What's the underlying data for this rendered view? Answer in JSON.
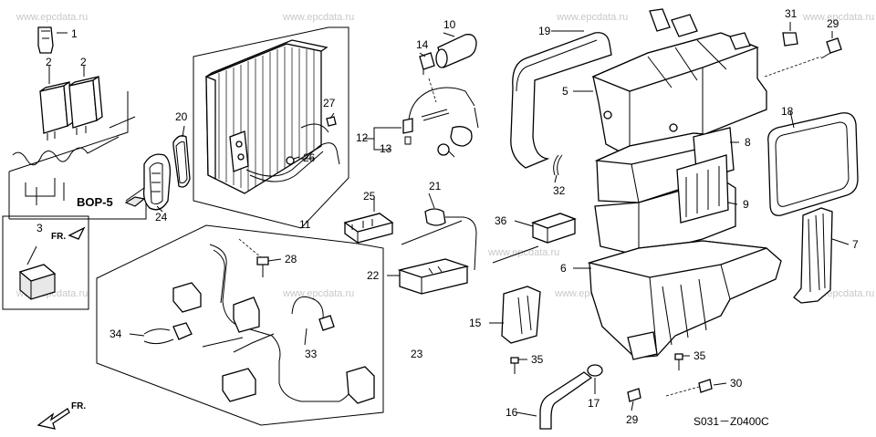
{
  "watermark": "www.epcdata.ru",
  "diagram_code": "S031－Z0400C",
  "reference_label": "BOP-5",
  "direction_label": "FR.",
  "callouts": [
    "1",
    "2",
    "2",
    "3",
    "5",
    "6",
    "7",
    "8",
    "9",
    "10",
    "11",
    "12",
    "13",
    "14",
    "15",
    "16",
    "17",
    "18",
    "19",
    "20",
    "21",
    "22",
    "23",
    "24",
    "25",
    "26",
    "27",
    "28",
    "29",
    "29",
    "30",
    "31",
    "32",
    "33",
    "34",
    "35",
    "35",
    "36"
  ]
}
